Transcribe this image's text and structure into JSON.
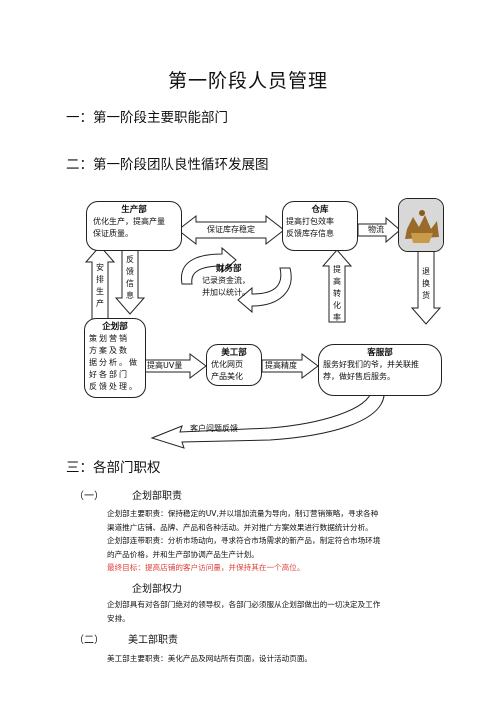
{
  "page_title": "第一阶段人员管理",
  "section1": "一：第一阶段主要职能部门",
  "section2": "二：第一阶段团队良性循环发展图",
  "section3": "三：各部门职权",
  "diagram": {
    "production": {
      "title": "生产部",
      "body": "优化生产，提高产量\n保证质量。"
    },
    "warehouse": {
      "title": "仓库",
      "body": "提高打包效率\n反馈库存信息"
    },
    "finance": {
      "title": "财务部",
      "body": "记录资金流，\n并加以统计。"
    },
    "planning": {
      "title": "企划部",
      "body": "策划营销\n方案及数\n据分析。做\n好各部门\n反馈处理。"
    },
    "design": {
      "title": "美工部",
      "body": "优化网页\n产品美化"
    },
    "service": {
      "title": "客服部",
      "body": "服务好我们的爷，并关联推\n荐，做好售后服务。"
    },
    "arrows": {
      "stock_stable": "保证库存稳定",
      "logistics": "物流",
      "arrange_production": "安排生产",
      "feedback_info": "反馈信息",
      "raise_conversion": "提高转化率",
      "returns": "退换货",
      "raise_uv": "提高UV量",
      "raise_precision": "提高精度",
      "customer_feedback": "客户问题反馈"
    },
    "logo_alt": "logo"
  },
  "sub1": {
    "num": "（一）",
    "title": "企划部职责"
  },
  "p1": [
    "企划部主要职责：保持稳定的UV,并以增加流量为导向，制订营销策略，寻求各种",
    "渠道推广店铺、品牌、产品和各种活动。并对推广方案效果进行数据统计分析。",
    "企划部连带职责：分析市场动向，寻求符合市场需求的新产品，制定符合市场环境",
    "的产品价格，并和生产部协调产品生产计划。"
  ],
  "goal_prefix": "最终目标：",
  "goal_text": "提高店铺的客户访问量，并保持其在一个高位。",
  "sub1b": "企划部权力",
  "p2": [
    "企划部具有对各部门绝对的领导权，各部门必须服从企划部做出的一切决定及工作",
    "安排。"
  ],
  "sub2": {
    "num": "（二）",
    "title": "美工部职责"
  },
  "p3": "美工部主要职责：美化产品及网站所有页面，设计活动页面。"
}
